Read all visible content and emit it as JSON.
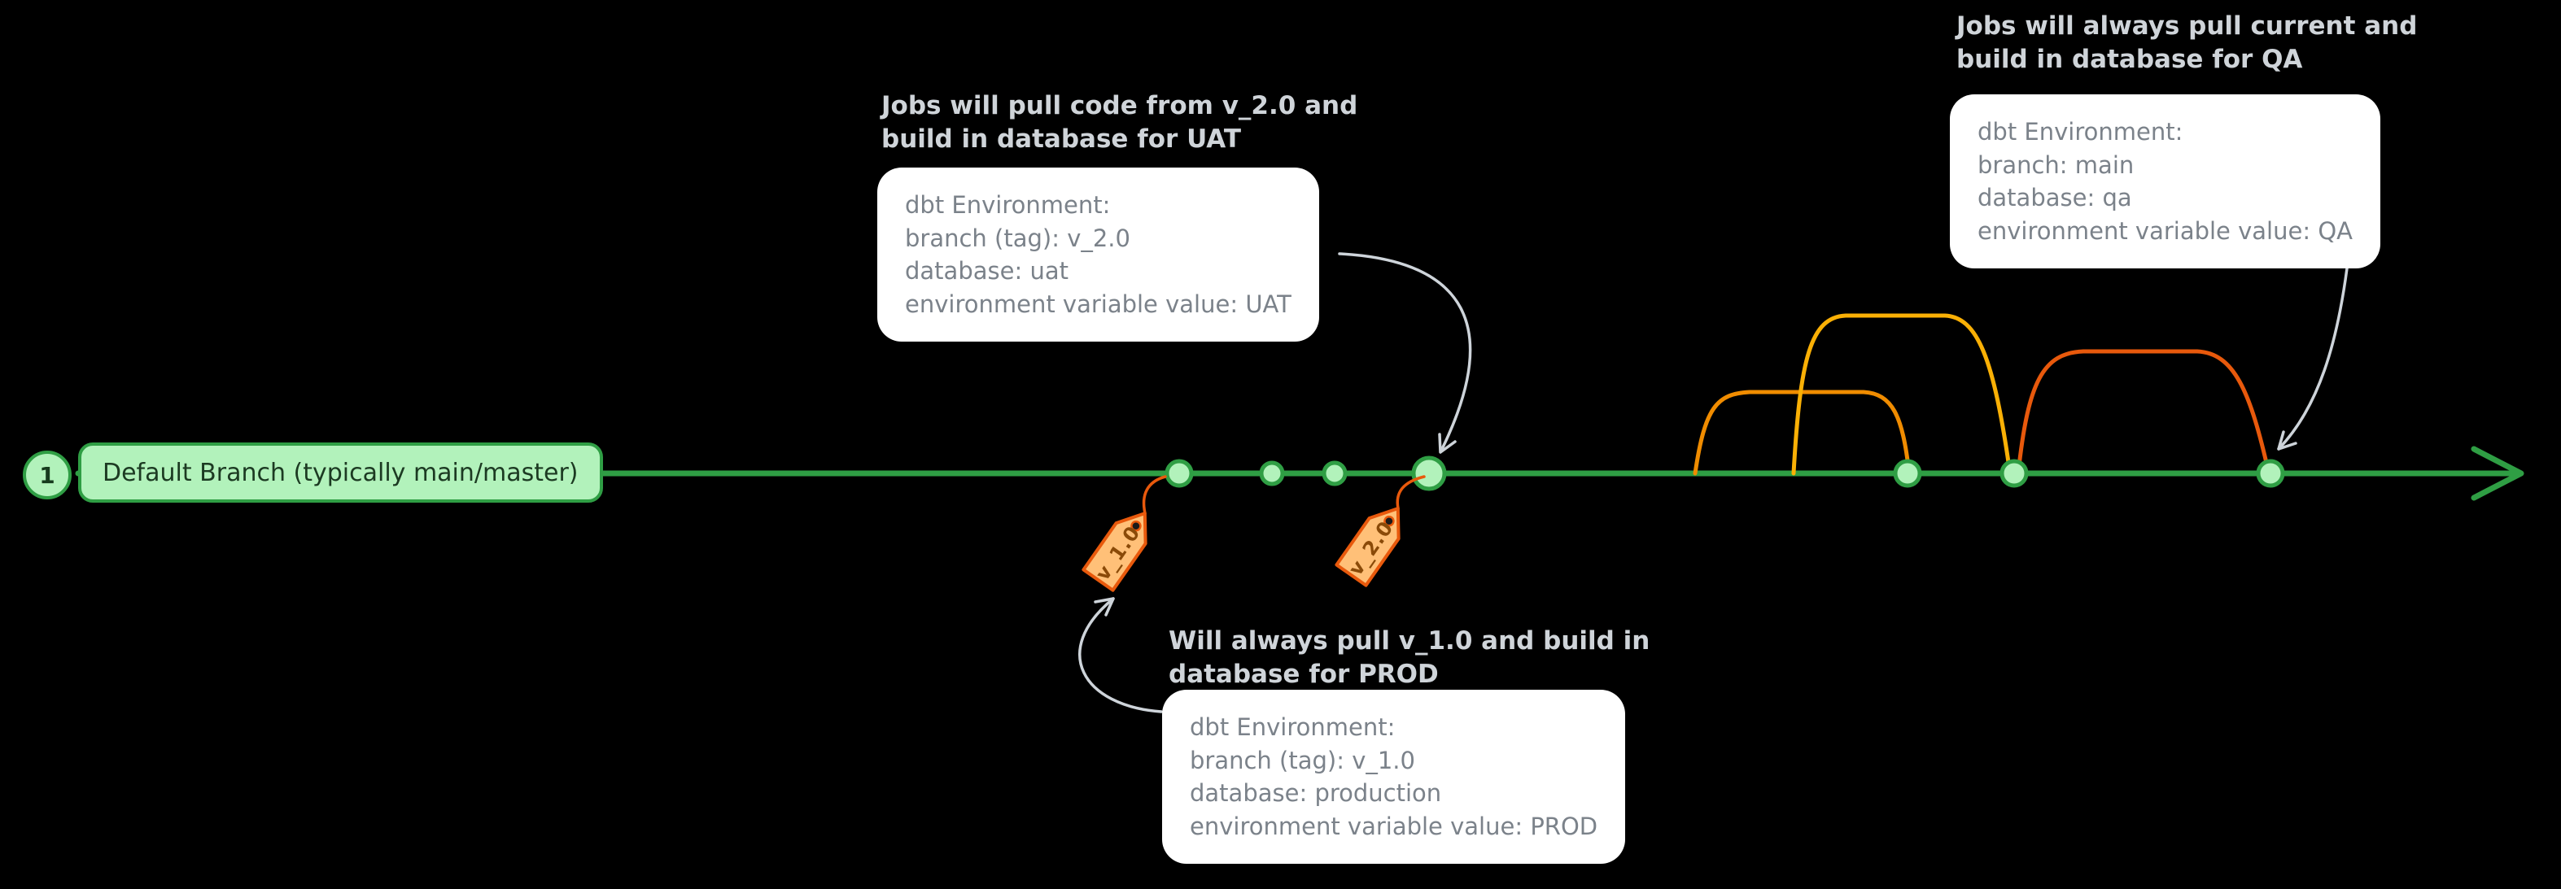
{
  "diagram": {
    "step_number": "1",
    "default_branch_label": "Default Branch (typically main/master)"
  },
  "tags": {
    "v1": "v_1.0",
    "v2": "v_2.0"
  },
  "callouts": {
    "uat": {
      "title_line1": "Jobs will pull code from v_2.0 and",
      "title_line2": "build in database for UAT",
      "body": [
        "dbt Environment:",
        "branch (tag): v_2.0",
        "database: uat",
        "environment variable value: UAT"
      ]
    },
    "qa": {
      "title_line1": "Jobs will always pull current and",
      "title_line2": "build in database for QA",
      "body": [
        "dbt Environment:",
        "branch: main",
        "database: qa",
        "environment variable value: QA"
      ]
    },
    "prod": {
      "title_line1": "Will always pull v_1.0 and build in",
      "title_line2": "database for PROD",
      "body": [
        "dbt Environment:",
        "branch (tag): v_1.0",
        "database: production",
        "environment variable value: PROD"
      ]
    }
  },
  "colors": {
    "timeline": "#2f9e44",
    "commit_fill": "#b2f2bb",
    "branch_orange": "#f08c00",
    "branch_yellow": "#fab005",
    "branch_red_orange": "#e8590c",
    "tag_fill": "#ffc078",
    "tag_stroke": "#e8590c",
    "connector": "#ced4da",
    "callout_bg": "#ffffff",
    "title_text": "#cfd4d9",
    "body_text": "#7b828a"
  }
}
